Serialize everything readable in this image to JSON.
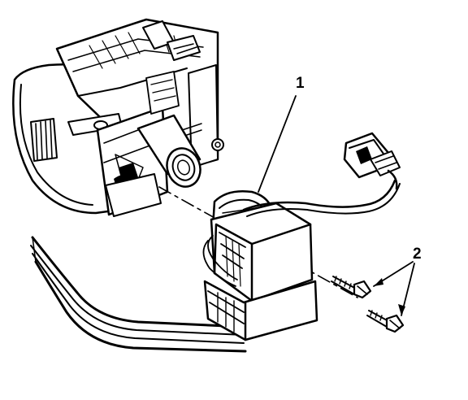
{
  "callouts": [
    {
      "id": "1",
      "text": "1"
    },
    {
      "id": "2",
      "text": "2"
    }
  ],
  "colors": {
    "ink": "#000000",
    "paper": "#ffffff"
  }
}
